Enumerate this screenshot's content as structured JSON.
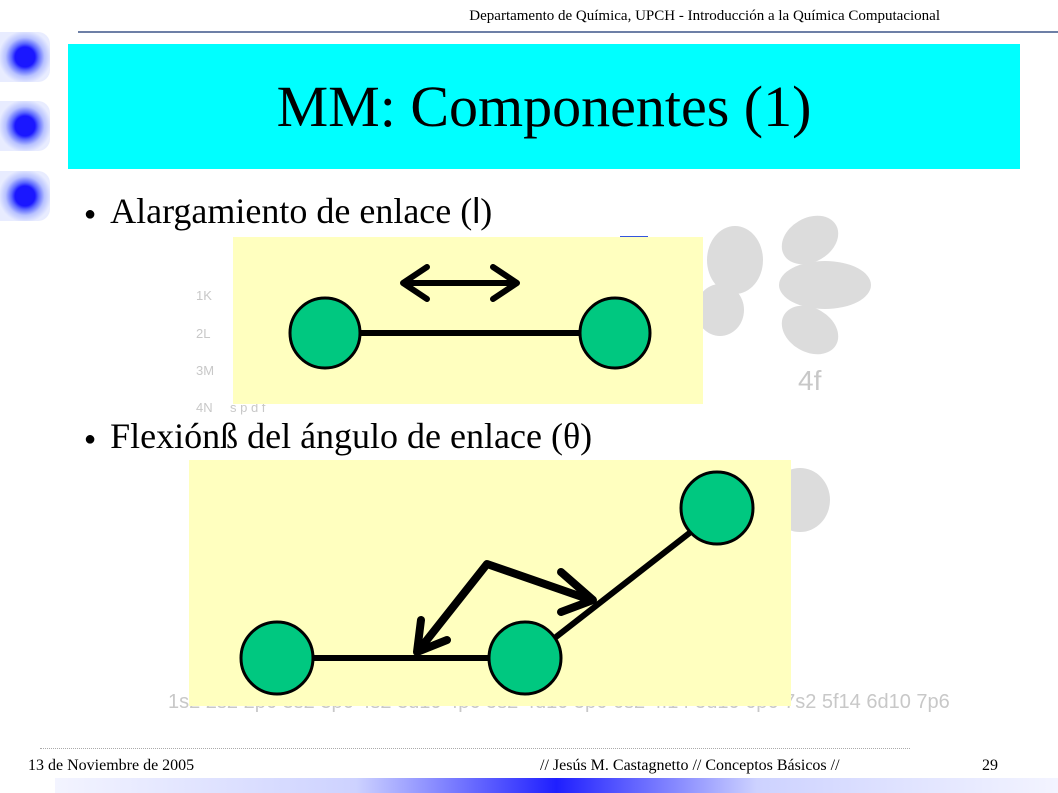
{
  "header": {
    "text": "Departamento de Química, UPCH - Introducción a la Química Computacional"
  },
  "title": "MM: Componentes (1)",
  "bullets": [
    {
      "prefix": "Alargamiento de enlace (",
      "symbol": "l",
      "suffix": ")"
    },
    {
      "text": "Flexiónß del ángulo de enlace (θ)"
    }
  ],
  "watermark": {
    "shells": [
      "1K",
      "2L",
      "3M",
      "4N"
    ],
    "orbitals": "s  p  d  f",
    "orbital_label": "4f",
    "config": "1s2 2s2 2p6 3s2 3p6 4s2 3d10 4p6 5s2 4d10 5p6 6s2 4f14 5d10 6p6 7s2 5f14 6d10 7p6"
  },
  "footer": {
    "date": "13 de Noviembre de 2005",
    "author": "// Jesús M. Castagnetto // Conceptos Básicos //",
    "page": "29"
  },
  "colors": {
    "title_bg": "#00ffff",
    "panel_bg": "#ffffbf",
    "atom": "#00c880"
  }
}
